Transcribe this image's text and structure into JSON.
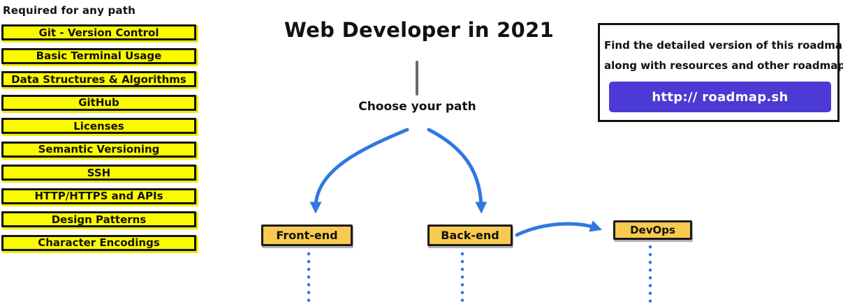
{
  "header": {
    "title": "Web Developer in 2021",
    "choose_path_label": "Choose your path"
  },
  "required_panel": {
    "heading": "Required for any path",
    "items": [
      "Git - Version Control",
      "Basic Terminal Usage",
      "Data Structures & Algorithms",
      "GitHub",
      "Licenses",
      "Semantic Versioning",
      "SSH",
      "HTTP/HTTPS and APIs",
      "Design Patterns",
      "Character Encodings"
    ]
  },
  "path_nodes": [
    {
      "label": "Front-end"
    },
    {
      "label": "Back-end"
    },
    {
      "label": "DevOps"
    }
  ],
  "info_box": {
    "line1": "Find the detailed version of this roadmap",
    "line2": "along with resources and other roadmaps",
    "button_label": "http:// roadmap.sh"
  },
  "colors": {
    "required_yellow": "#FAFA00",
    "required_yellow_halo": "#EDED00",
    "node_orange": "#F8CA4F",
    "arrow_blue": "#3177E0",
    "button_purple": "#4B3AD3",
    "stem_gray": "#6A6A6A"
  }
}
